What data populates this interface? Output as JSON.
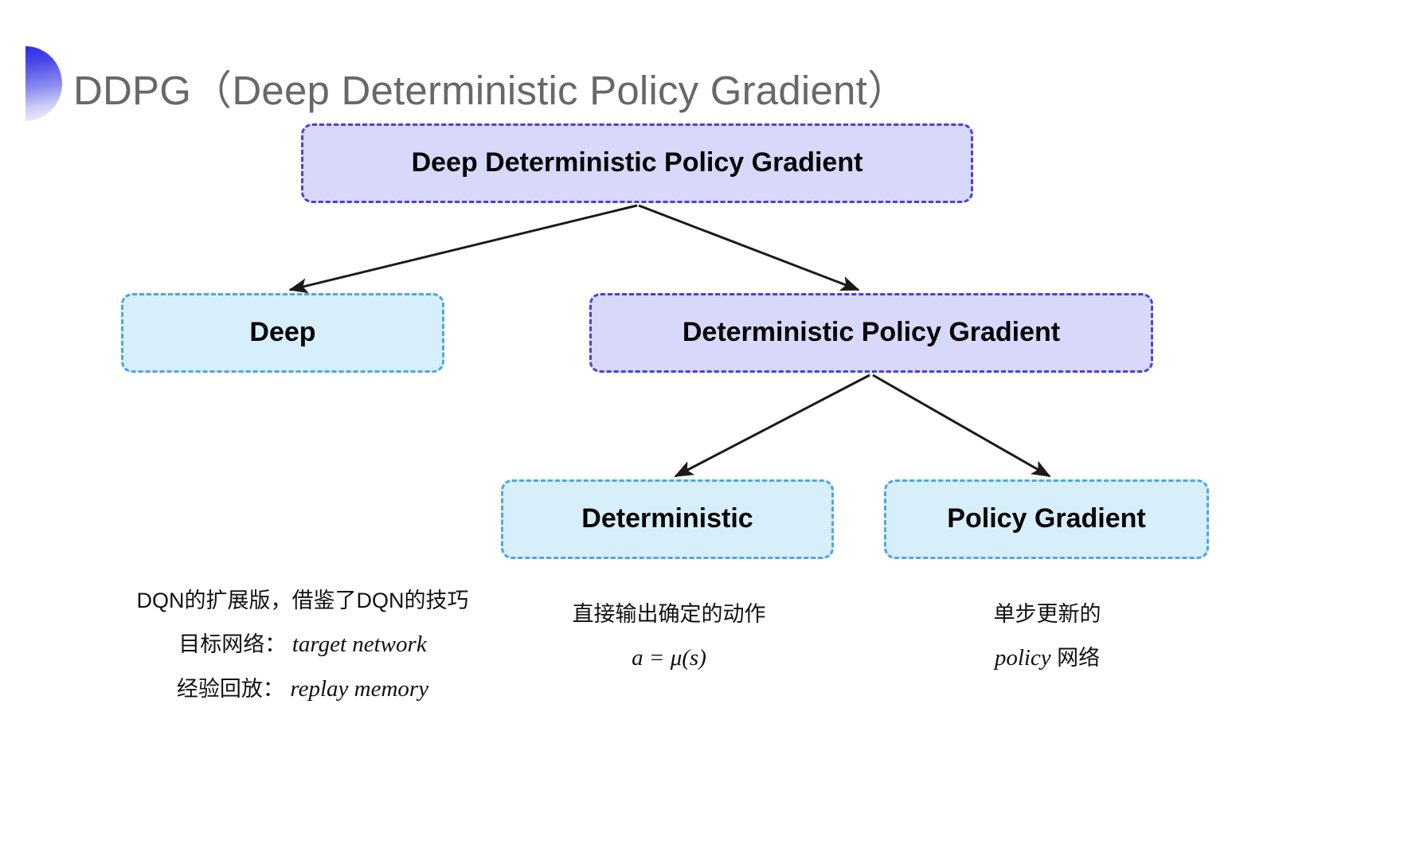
{
  "slide": {
    "title": "DDPG（Deep Deterministic Policy Gradient）",
    "background_color": "#ffffff",
    "title_color": "#686868",
    "decor_icon": "half-circle-gradient"
  },
  "palette": {
    "purple_fill": "#d8d8fa",
    "purple_border": "#4b41d6",
    "blue_fill": "#d7eefb",
    "blue_border": "#4ea7e0",
    "arrow_color": "#1a1a1a",
    "text_color": "#000000"
  },
  "nodes": {
    "root": {
      "label": "Deep Deterministic Policy Gradient",
      "style": "purple"
    },
    "deep": {
      "label": "Deep",
      "style": "blue"
    },
    "dpg": {
      "label": "Deterministic Policy Gradient",
      "style": "purple"
    },
    "deterministic": {
      "label": "Deterministic",
      "style": "blue"
    },
    "policy_gradient": {
      "label": "Policy Gradient",
      "style": "blue"
    }
  },
  "captions": {
    "deep": {
      "line1": "DQN的扩展版，借鉴了DQN的技巧",
      "line2_label": "目标网络：",
      "line2_math": "target network",
      "line3_label": "经验回放：",
      "line3_math": "replay memory"
    },
    "deterministic": {
      "line1": "直接输出确定的动作",
      "line2_math": "a = μ(s)"
    },
    "policy_gradient": {
      "line1": "单步更新的",
      "line2_math": "policy",
      "line2_suffix": " 网络"
    }
  },
  "edges": [
    {
      "from": "root",
      "to": "deep",
      "type": "arrow"
    },
    {
      "from": "root",
      "to": "dpg",
      "type": "arrow"
    },
    {
      "from": "dpg",
      "to": "deterministic",
      "type": "arrow"
    },
    {
      "from": "dpg",
      "to": "policy_gradient",
      "type": "arrow"
    }
  ]
}
